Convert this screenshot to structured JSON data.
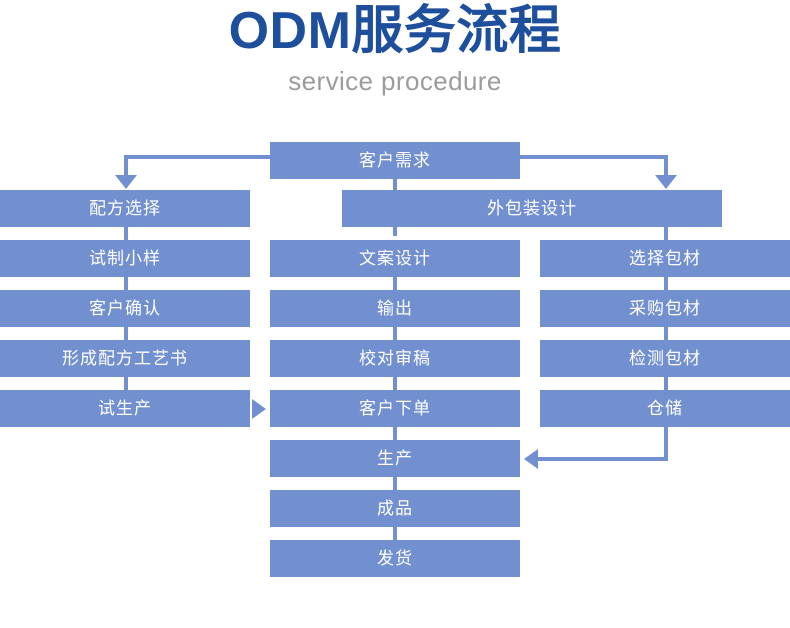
{
  "header": {
    "title": "ODM服务流程",
    "subtitle": "service procedure",
    "title_color": "#1e4f9c",
    "subtitle_color": "#9c9c9c"
  },
  "theme": {
    "node_fill": "#7290d0",
    "node_text": "#ffffff",
    "connector": "#7290d0",
    "background": "#ffffff"
  },
  "chart_data": {
    "type": "diagram",
    "title": "ODM服务流程",
    "subtitle": "service procedure",
    "columns": [
      {
        "name": "formula-branch",
        "nodes": [
          "配方选择",
          "试制小样",
          "客户确认",
          "形成配方工艺书",
          "试生产"
        ]
      },
      {
        "name": "design-branch",
        "nodes": [
          "文案设计",
          "输出",
          "校对审稿",
          "客户下单",
          "生产",
          "成品",
          "发货"
        ]
      },
      {
        "name": "packaging-branch",
        "nodes": [
          "选择包材",
          "采购包材",
          "检测包材",
          "仓储"
        ]
      }
    ],
    "root": "客户需求",
    "sub_root": "外包装设计"
  },
  "nodes": {
    "root": "客户需求",
    "packaging_design": "外包装设计",
    "left": [
      "配方选择",
      "试制小样",
      "客户确认",
      "形成配方工艺书",
      "试生产"
    ],
    "middle": [
      "文案设计",
      "输出",
      "校对审稿",
      "客户下单",
      "生产",
      "成品",
      "发货"
    ],
    "right": [
      "选择包材",
      "采购包材",
      "检测包材",
      "仓储"
    ]
  }
}
